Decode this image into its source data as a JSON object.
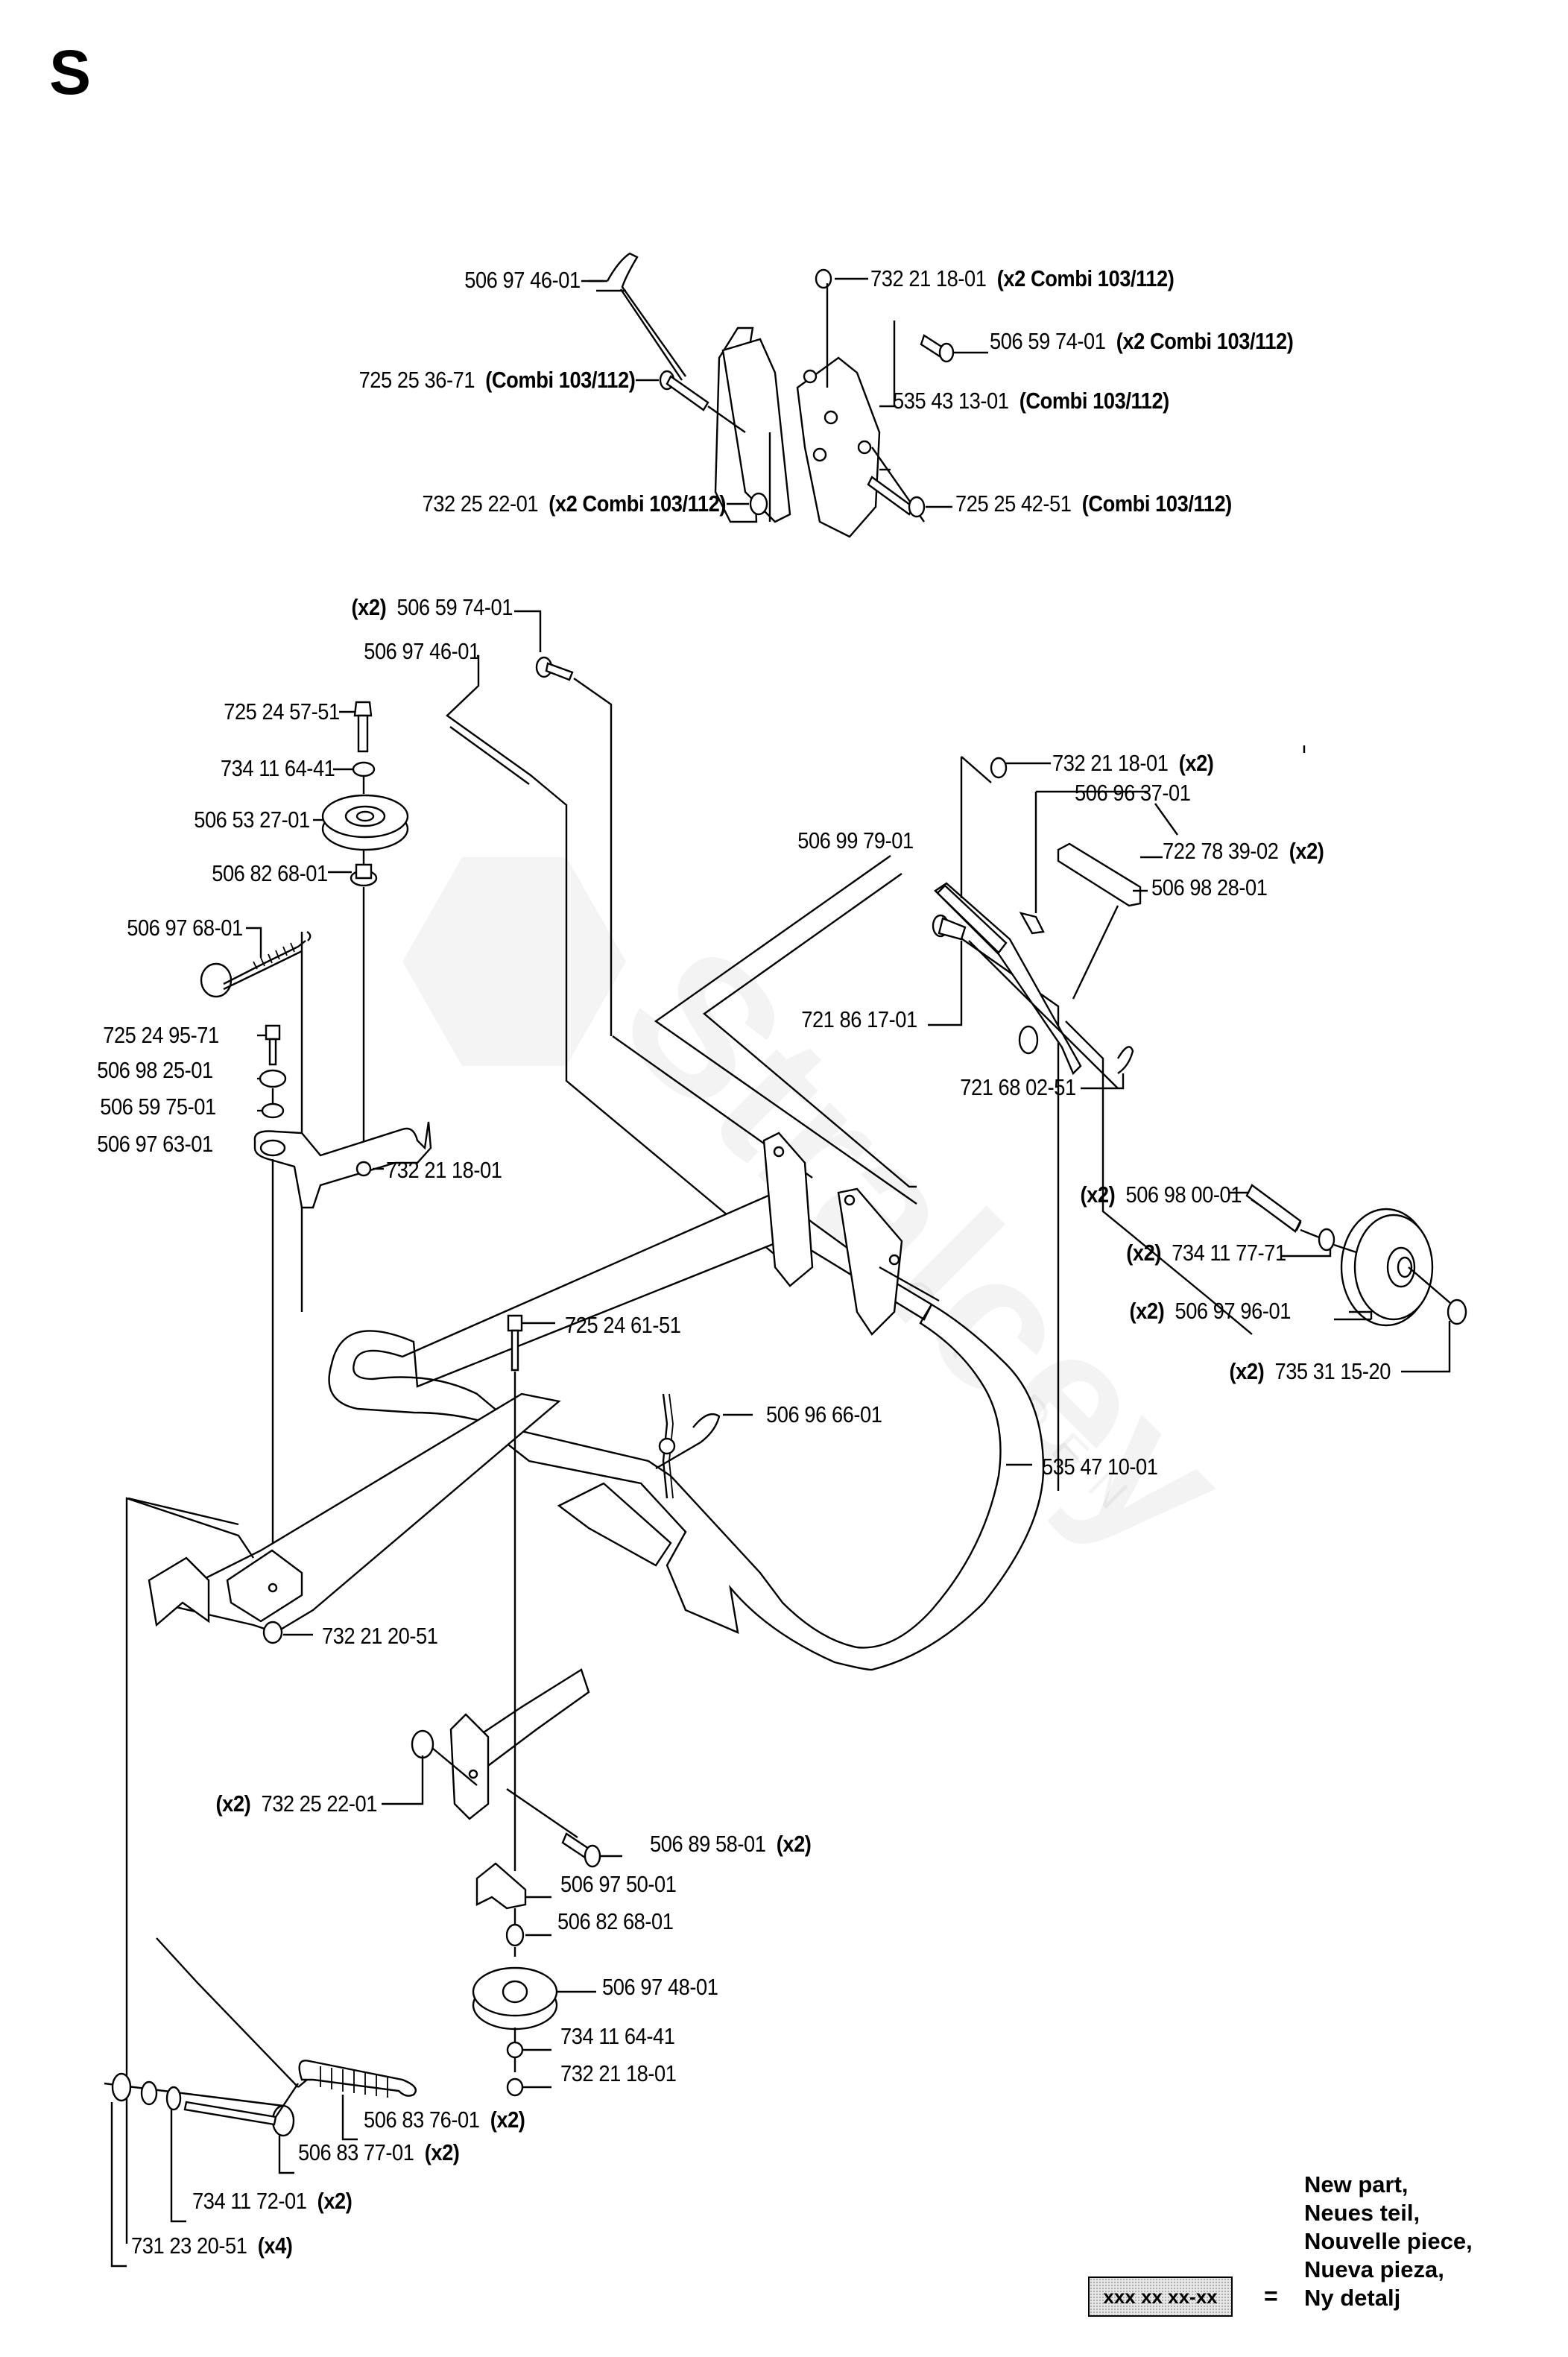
{
  "section_letter": "S",
  "watermark": {
    "text": "Stralcey",
    "subtext": "GARDEN"
  },
  "top_assembly": {
    "labels": [
      {
        "id": "rod-top",
        "number": "506 97 46-01",
        "note": ""
      },
      {
        "id": "nut-top-right",
        "number": "732 21 18-01",
        "note": "(x2 Combi 103/112)"
      },
      {
        "id": "bolt-top-right",
        "number": "506 59 74-01",
        "note": "(x2 Combi 103/112)"
      },
      {
        "id": "bolt-top-left",
        "number": "725 25 36-71",
        "note": "(Combi 103/112)"
      },
      {
        "id": "bracket-top",
        "number": "535 43 13-01",
        "note": "(Combi 103/112)"
      },
      {
        "id": "nut-top-left",
        "number": "732 25 22-01",
        "note": "(x2 Combi 103/112)"
      },
      {
        "id": "bolt-top-bottom",
        "number": "725 25 42-51",
        "note": "(Combi 103/112)"
      }
    ]
  },
  "main_assembly": {
    "labels": [
      {
        "id": "bolt-main-top",
        "prefix": "(x2)",
        "number": "506 59 74-01",
        "note": ""
      },
      {
        "id": "rod-main",
        "prefix": "",
        "number": "506 97 46-01",
        "note": ""
      },
      {
        "id": "bolt-pulley",
        "prefix": "",
        "number": "725 24 57-51",
        "note": ""
      },
      {
        "id": "washer-pulley-1",
        "prefix": "",
        "number": "734 11 64-41",
        "note": ""
      },
      {
        "id": "pulley-upper",
        "prefix": "",
        "number": "506 53 27-01",
        "note": ""
      },
      {
        "id": "spacer-upper",
        "prefix": "",
        "number": "506 82 68-01",
        "note": ""
      },
      {
        "id": "spring-upper",
        "prefix": "",
        "number": "506 97 68-01",
        "note": ""
      },
      {
        "id": "bolt-arm",
        "prefix": "",
        "number": "725 24 95-71",
        "note": ""
      },
      {
        "id": "washer-arm-1",
        "prefix": "",
        "number": "506 98 25-01",
        "note": ""
      },
      {
        "id": "washer-arm-2",
        "prefix": "",
        "number": "506 59 75-01",
        "note": ""
      },
      {
        "id": "arm-bracket",
        "prefix": "",
        "number": "506 97 63-01",
        "note": ""
      },
      {
        "id": "nut-arm",
        "prefix": "",
        "number": "732 21 18-01",
        "note": ""
      },
      {
        "id": "nut-lift",
        "prefix": "",
        "number": "732 21 18-01",
        "note": "(x2)"
      },
      {
        "id": "pin-clip",
        "prefix": "",
        "number": "506 96 37-01",
        "note": ""
      },
      {
        "id": "lift-arm",
        "prefix": "",
        "number": "506 99 79-01",
        "note": ""
      },
      {
        "id": "cotter-pin",
        "prefix": "",
        "number": "722 78 39-02",
        "note": "(x2)"
      },
      {
        "id": "lift-plate",
        "prefix": "",
        "number": "506 98 28-01",
        "note": ""
      },
      {
        "id": "clevis-pin",
        "prefix": "",
        "number": "721 86 17-01",
        "note": ""
      },
      {
        "id": "hair-pin",
        "prefix": "",
        "number": "721 68 02-51",
        "note": ""
      },
      {
        "id": "wheel-axle",
        "prefix": "(x2)",
        "number": "506 98 00-01",
        "note": ""
      },
      {
        "id": "wheel-washer",
        "prefix": "(x2)",
        "number": "734 11 77-71",
        "note": ""
      },
      {
        "id": "wheel",
        "prefix": "(x2)",
        "number": "506 97 96-01",
        "note": ""
      },
      {
        "id": "wheel-clip",
        "prefix": "(x2)",
        "number": "735 31 15-20",
        "note": ""
      },
      {
        "id": "bolt-frame",
        "prefix": "",
        "number": "725 24 61-51",
        "note": ""
      },
      {
        "id": "frame-chain-pin",
        "prefix": "",
        "number": "506 96 66-01",
        "note": ""
      },
      {
        "id": "frame",
        "prefix": "",
        "number": "535 47 10-01",
        "note": ""
      },
      {
        "id": "nut-frame-left",
        "prefix": "",
        "number": "732 21 20-51",
        "note": ""
      },
      {
        "id": "nut-frame-front",
        "prefix": "(x2)",
        "number": "732 25 22-01",
        "note": ""
      },
      {
        "id": "bolt-frame-front",
        "prefix": "",
        "number": "506 89 58-01",
        "note": "(x2)"
      },
      {
        "id": "bracket-lower",
        "prefix": "",
        "number": "506 97 50-01",
        "note": ""
      },
      {
        "id": "spacer-lower",
        "prefix": "",
        "number": "506 82 68-01",
        "note": ""
      },
      {
        "id": "pulley-lower",
        "prefix": "",
        "number": "506 97 48-01",
        "note": ""
      },
      {
        "id": "washer-lower",
        "prefix": "",
        "number": "734 11 64-41",
        "note": ""
      },
      {
        "id": "nut-lower",
        "prefix": "",
        "number": "732 21 18-01",
        "note": ""
      },
      {
        "id": "spring-lower",
        "prefix": "",
        "number": "506 83 76-01",
        "note": "(x2)"
      },
      {
        "id": "eye-bolt",
        "prefix": "",
        "number": "506 83 77-01",
        "note": "(x2)"
      },
      {
        "id": "washer-eye",
        "prefix": "",
        "number": "734 11 72-01",
        "note": "(x2)"
      },
      {
        "id": "nut-eye",
        "prefix": "",
        "number": "731 23 20-51",
        "note": "(x4)"
      }
    ]
  },
  "legend": {
    "box_text": "xxx xx xx-xx",
    "equals": "=",
    "lines": [
      "New part,",
      "Neues teil,",
      "Nouvelle piece,",
      "Nueva pieza,",
      "Ny detalj"
    ]
  }
}
